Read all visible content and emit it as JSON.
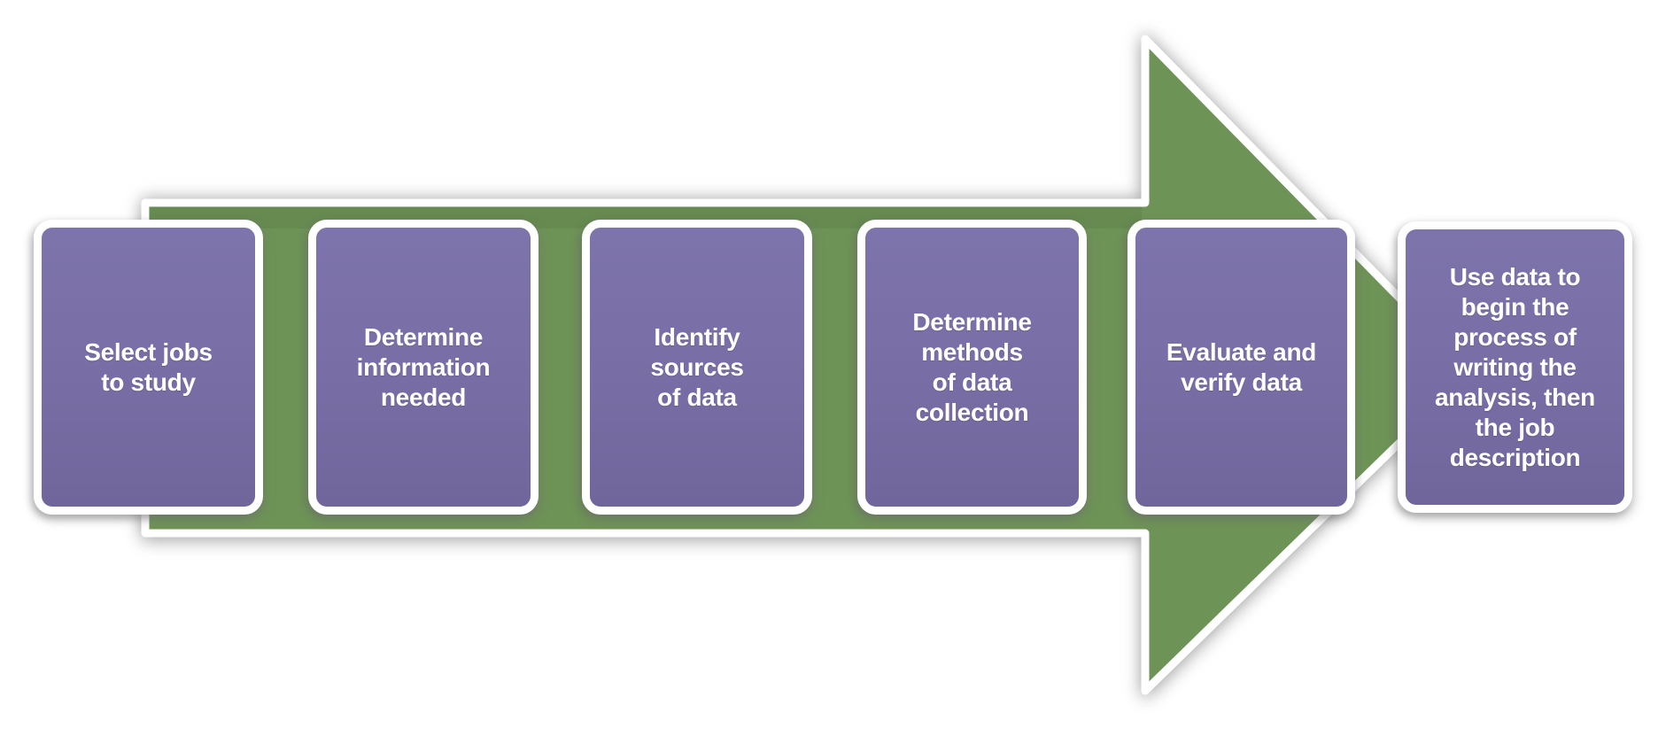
{
  "diagram": {
    "type": "process-flow",
    "direction": "left-to-right",
    "steps": [
      {
        "label": "Select jobs\nto study"
      },
      {
        "label": "Determine\ninformation\nneeded"
      },
      {
        "label": "Identify\nsources\nof data"
      },
      {
        "label": "Determine\nmethods\nof data\ncollection"
      },
      {
        "label": "Evaluate and\nverify data"
      },
      {
        "label": "Use data to\nbegin the\nprocess of\nwriting the\nanalysis, then\nthe job\ndescription"
      }
    ],
    "colors": {
      "arrow_fill": "#6e9357",
      "box_fill": "#7a6fa6",
      "outline": "#ffffff",
      "text": "#ffffff"
    }
  }
}
